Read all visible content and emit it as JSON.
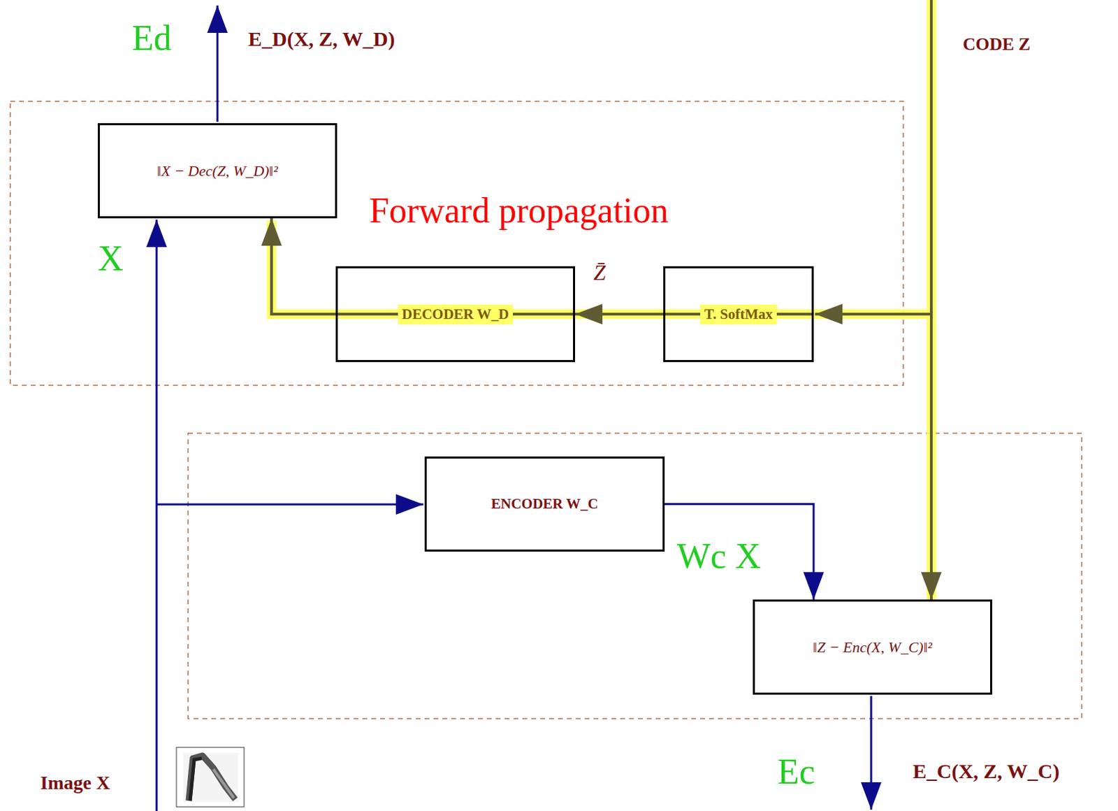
{
  "diagram": {
    "nodes": [
      {
        "text": [
          "‖X − Dec(Z, W_D)‖²"
        ]
      },
      {
        "text": [
          "DECODER W_D"
        ]
      },
      {
        "text": [
          "T. SoftMax"
        ]
      },
      {
        "text": [
          "ENCODER W_C"
        ]
      },
      {
        "text": [
          "‖Z − Enc(X, W_C)‖²"
        ]
      }
    ],
    "edges": [
      {
        "from": 2,
        "to": 1,
        "arrow": "to",
        "label": "Z̄"
      },
      {
        "from": 1,
        "to": 0,
        "arrow": "to"
      },
      {
        "from": 3,
        "to": 4,
        "arrow": "to",
        "label": "Wc X"
      }
    ],
    "labels": [
      "Ed",
      "E_D(X, Z, W_D)",
      "CODE Z",
      "Forward propagation",
      "X",
      "Ec",
      "E_C(X, Z, W_C)",
      "Image X"
    ]
  }
}
